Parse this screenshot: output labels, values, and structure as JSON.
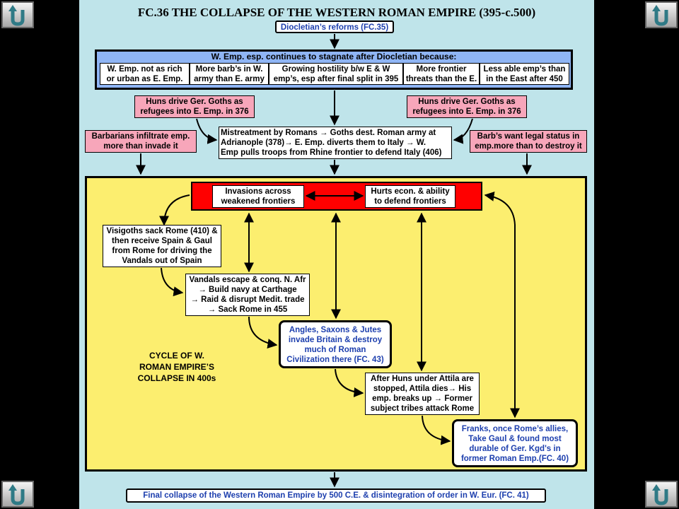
{
  "title": "FC.36 THE COLLAPSE OF THE WESTERN ROMAN EMPIRE (395-c.500)",
  "top_ref": "Diocletian’s reforms (FC.35)",
  "stagnation": {
    "header": "W. Emp. esp. continues to stagnate after Diocletian because:",
    "reasons": [
      [
        "W. Emp. not as rich",
        "or urban as E. Emp."
      ],
      [
        "More barb’s in W.",
        "army than E. army"
      ],
      [
        "Growing hostility b/w E & W",
        "emp’s, esp after final split in 395"
      ],
      [
        "More frontier",
        "threats than the E."
      ],
      [
        "Less able emp’s than",
        "in  the East after 450"
      ]
    ]
  },
  "huns_left": [
    "Huns drive Ger. Goths as",
    "refugees into E. Emp. in 376"
  ],
  "huns_right": [
    "Huns drive Ger. Goths as",
    "refugees into E. Emp. in 376"
  ],
  "barb_left": [
    "Barbarians infiltrate emp.",
    "more than invade it"
  ],
  "barb_right": [
    "Barb’s want legal status in",
    "emp.more than to destroy it"
  ],
  "mistreat": [
    "Mistreatment by Romans → Goths dest. Roman army at",
    "Adrianople (378)→ E. Emp. diverts them to Italy → W.",
    "Emp pulls troops from Rhine frontier to defend Italy (406)"
  ],
  "cycle": {
    "invasions": [
      "Invasions across",
      "weakened frontiers"
    ],
    "hurts": [
      "Hurts econ. & ability",
      "to defend frontiers"
    ],
    "visigoths": [
      "Visigoths sack Rome (410) &",
      "then receive Spain & Gaul",
      "from Rome for driving the",
      "Vandals out of Spain"
    ],
    "vandals": [
      "Vandals escape & conq. N. Afr",
      "→ Build navy at Carthage",
      "→ Raid & disrupt Medit. trade",
      "→ Sack Rome in 455"
    ],
    "angles": [
      "Angles, Saxons & Jutes",
      "invade Britain & destroy",
      "much of Roman",
      "Civilization there (FC. 43)"
    ],
    "huns_attila": [
      "After Huns under Attila are",
      "stopped, Attila dies→ His",
      "emp. breaks up → Former",
      "subject tribes attack Rome"
    ],
    "franks": [
      "Franks, once Rome’s allies,",
      "Take Gaul & found most",
      "durable of Ger. Kgd's in",
      "former Roman Emp.(FC. 40)"
    ],
    "label": [
      "CYCLE OF W.",
      "ROMAN EMPIRE’S",
      "COLLAPSE IN 400s"
    ]
  },
  "final": "Final collapse of the Western Roman Empire by 500 C.E. & disintegration of order in W. Eur. (FC. 41)",
  "colors": {
    "slide_bg": "#bfe4ea",
    "pink": "#f7a6ba",
    "yellow": "#fcee6f",
    "red": "#ff0000",
    "stag_bg": "#8fb5f5",
    "blue_text": "#1d3fae"
  },
  "nav_icon": "u-turn-back-icon"
}
